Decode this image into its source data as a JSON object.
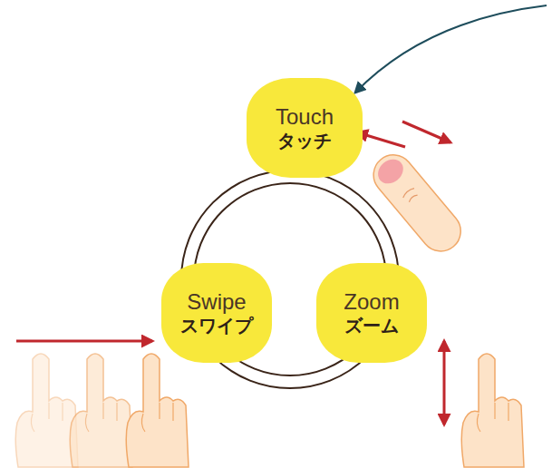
{
  "diagram": {
    "nodes": [
      {
        "text": [
          "Touch",
          "タッチ"
        ]
      },
      {
        "text": [
          "Swipe",
          "スワイプ"
        ]
      },
      {
        "text": [
          "Zoom",
          "ズーム"
        ]
      }
    ]
  }
}
